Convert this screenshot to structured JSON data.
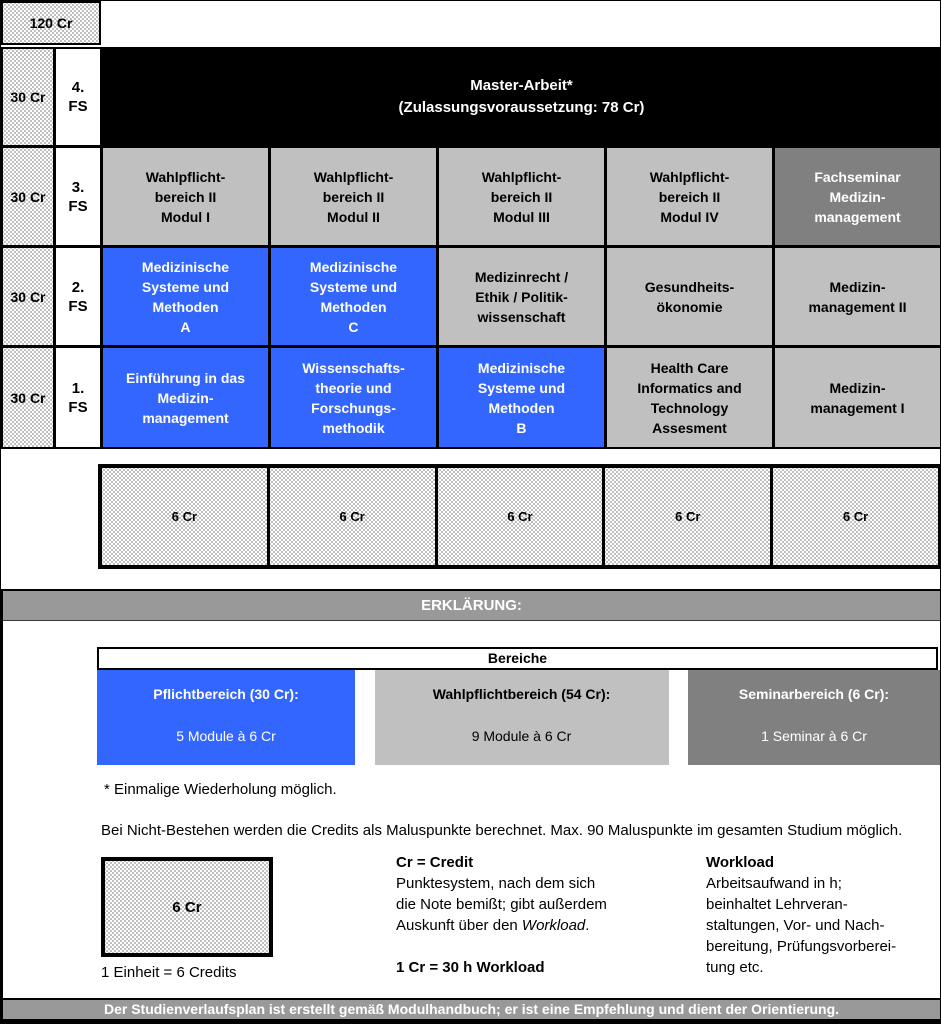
{
  "colors": {
    "pflichtbereich_blue": "#3366ff",
    "wahlpflichtbereich_gray": "#c0c0c0",
    "seminarbereich_dark_gray": "#808080",
    "master_black": "#000000",
    "header_bar_gray": "#999999"
  },
  "plan": {
    "total_label": "120 Cr",
    "rows": [
      {
        "credits": "30 Cr",
        "semester": "4.\nFS",
        "modules": [
          {
            "label": "Master-Arbeit*\n(Zulassungsvoraussetzung: 78 Cr)",
            "category": "master"
          }
        ]
      },
      {
        "credits": "30 Cr",
        "semester": "3.\nFS",
        "modules": [
          {
            "label": "Wahlpflicht-\nbereich II\nModul I",
            "category": "wahlpflicht"
          },
          {
            "label": "Wahlpflicht-\nbereich II\nModul II",
            "category": "wahlpflicht"
          },
          {
            "label": "Wahlpflicht-\nbereich II\nModul III",
            "category": "wahlpflicht"
          },
          {
            "label": "Wahlpflicht-\nbereich II\nModul IV",
            "category": "wahlpflicht"
          },
          {
            "label": "Fachseminar\nMedizin-\nmanagement",
            "category": "seminar"
          }
        ]
      },
      {
        "credits": "30 Cr",
        "semester": "2.\nFS",
        "modules": [
          {
            "label": "Medizinische\nSysteme und\nMethoden\nA",
            "category": "pflicht"
          },
          {
            "label": "Medizinische\nSysteme und\nMethoden\nC",
            "category": "pflicht"
          },
          {
            "label": "Medizinrecht /\nEthik / Politik-\nwissenschaft",
            "category": "wahlpflicht"
          },
          {
            "label": "Gesundheits-\nökonomie",
            "category": "wahlpflicht"
          },
          {
            "label": "Medizin-\nmanagement II",
            "category": "wahlpflicht"
          }
        ]
      },
      {
        "credits": "30 Cr",
        "semester": "1.\nFS",
        "modules": [
          {
            "label": "Einführung in das\nMedizin-\nmanagement",
            "category": "pflicht"
          },
          {
            "label": "Wissenschafts-\ntheorie und\nForschungs-\nmethodik",
            "category": "pflicht"
          },
          {
            "label": "Medizinische\nSysteme und\nMethoden\nB",
            "category": "pflicht"
          },
          {
            "label": "Health Care\nInformatics and\nTechnology\nAssesment",
            "category": "wahlpflicht"
          },
          {
            "label": "Medizin-\nmanagement I",
            "category": "wahlpflicht"
          }
        ]
      }
    ],
    "credit_cells": [
      "6 Cr",
      "6 Cr",
      "6 Cr",
      "6 Cr",
      "6 Cr"
    ]
  },
  "legend": {
    "header": "ERKLÄRUNG:",
    "bereiche_title": "Bereiche",
    "bereiche": [
      {
        "title": "Pflichtbereich (30 Cr):",
        "detail": "5 Module à 6 Cr",
        "color": "#3366ff"
      },
      {
        "title": "Wahlpflichtbereich (54 Cr):",
        "detail": "9 Module à 6 Cr",
        "color": "#c0c0c0"
      },
      {
        "title": "Seminarbereich (6 Cr):",
        "detail": "1 Seminar à 6 Cr",
        "color": "#808080"
      }
    ],
    "note_repeat": "* Einmalige Wiederholung möglich.",
    "note_malus": "Bei Nicht-Bestehen werden die Credits als Maluspunkte berechnet. Max. 90 Maluspunkte im gesamten Studium möglich.",
    "unit_box_label": "6 Cr",
    "unit_caption": "1 Einheit = 6 Credits",
    "credit_def": {
      "title": "Cr = Credit",
      "body_before_italic": "Punktesystem, nach dem sich\ndie Note bemißt; gibt außerdem\nAuskunft über den ",
      "italic_word": "Workload",
      "body_after_italic": ".",
      "bold_line": "1 Cr = 30 h Workload"
    },
    "workload_def": {
      "title": "Workload",
      "body": "Arbeitsaufwand in h;\nbeinhaltet Lehrveran-\nstaltungen, Vor- und Nach-\nbereitung, Prüfungsvorberei-\ntung etc."
    },
    "footer": "Der Studienverlaufsplan ist erstellt gemäß Modulhandbuch; er ist eine Empfehlung und dient der Orientierung."
  }
}
